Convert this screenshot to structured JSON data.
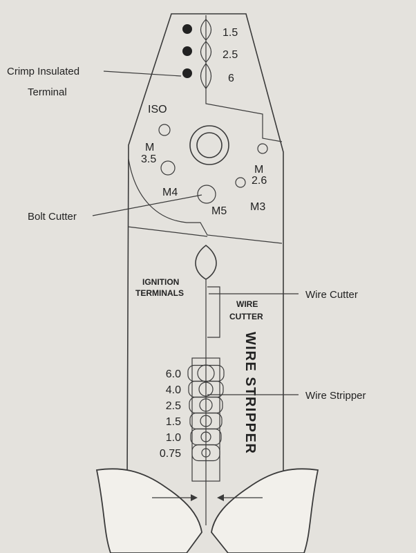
{
  "crimp_sizes": [
    "1.5",
    "2.5",
    "6"
  ],
  "callouts": {
    "crimp_line1": "Crimp Insulated",
    "crimp_line2": "Terminal",
    "bolt_cutter": "Bolt Cutter",
    "wire_cutter": "Wire Cutter",
    "wire_stripper": "Wire Stripper"
  },
  "bolt_labels": {
    "iso": "ISO",
    "m35_line1": "M",
    "m35_line2": "3.5",
    "m26_line1": "M",
    "m26_line2": "2.6",
    "m4": "M4",
    "m5": "M5",
    "m3": "M3"
  },
  "ignition": {
    "line1": "IGNITION",
    "line2": "TERMINALS"
  },
  "wire_cutter_tool": {
    "line1": "WIRE",
    "line2": "CUTTER"
  },
  "wire_stripper_vertical": "WIRE STRIPPER",
  "strip_sizes": [
    "6.0",
    "4.0",
    "2.5",
    "1.5",
    "1.0",
    "0.75"
  ],
  "colors": {
    "background": "#e4e2dd",
    "line": "#3a3a3a",
    "handle": "#f2f0eb"
  }
}
